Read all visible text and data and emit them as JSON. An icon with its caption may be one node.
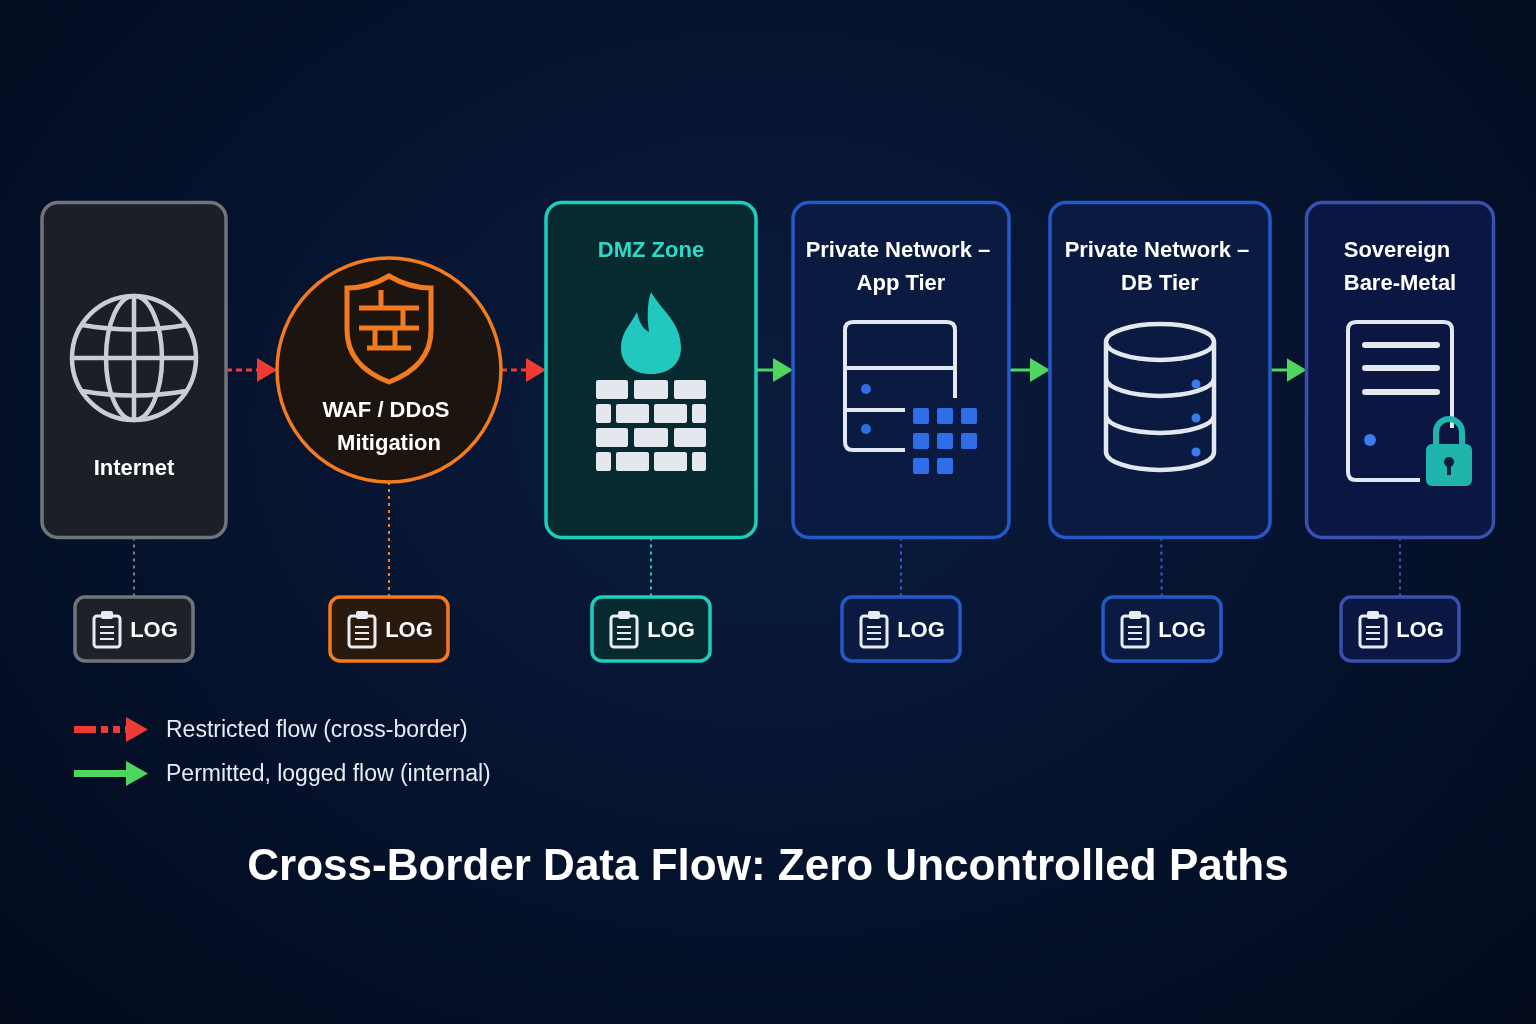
{
  "diagram": {
    "title": "Cross-Border Data Flow: Zero Uncontrolled Paths",
    "nodes": [
      {
        "text": [
          "Internet"
        ]
      },
      {
        "text": [
          "WAF / DDoS Mitigation"
        ]
      },
      {
        "text": [
          "DMZ Zone"
        ]
      },
      {
        "text": [
          "Private Network – App Tier"
        ]
      },
      {
        "text": [
          "Private Network – DB Tier"
        ]
      },
      {
        "text": [
          "Sovereign Bare-Metal"
        ]
      },
      {
        "text": [
          "LOG"
        ]
      },
      {
        "text": [
          "LOG"
        ]
      },
      {
        "text": [
          "LOG"
        ]
      },
      {
        "text": [
          "LOG"
        ]
      },
      {
        "text": [
          "LOG"
        ]
      },
      {
        "text": [
          "LOG"
        ]
      }
    ],
    "edges": [
      {
        "from": 0,
        "to": 1,
        "arrow": "to",
        "style": "dashed",
        "color": "#ef3b33"
      },
      {
        "from": 1,
        "to": 2,
        "arrow": "to",
        "style": "dashed",
        "color": "#ef3b33"
      },
      {
        "from": 2,
        "to": 3,
        "arrow": "to",
        "color": "#4fd65e"
      },
      {
        "from": 3,
        "to": 4,
        "arrow": "to",
        "color": "#4fd65e"
      },
      {
        "from": 4,
        "to": 5,
        "arrow": "to",
        "color": "#4fd65e"
      },
      {
        "from": 0,
        "to": 6,
        "arrow": "none",
        "style": "dashed",
        "color": "#7b8089"
      },
      {
        "from": 1,
        "to": 7,
        "arrow": "none",
        "style": "dashed",
        "color": "#f47a1f"
      },
      {
        "from": 2,
        "to": 8,
        "arrow": "none",
        "style": "dashed",
        "color": "#1ccfbd"
      },
      {
        "from": 3,
        "to": 9,
        "arrow": "none",
        "style": "dashed",
        "color": "#2d62d8"
      },
      {
        "from": 4,
        "to": 10,
        "arrow": "none",
        "style": "dashed",
        "color": "#2d62d8"
      },
      {
        "from": 5,
        "to": 11,
        "arrow": "none",
        "style": "dashed",
        "color": "#3f55b8"
      }
    ],
    "legend": [
      {
        "text": "Restricted flow (cross-border)"
      },
      {
        "text": "Permitted, logged flow (internal)"
      }
    ]
  }
}
